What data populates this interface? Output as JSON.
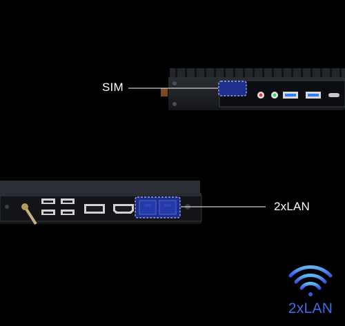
{
  "callouts": {
    "sim_label": "SIM",
    "lan_label": "2xLAN"
  },
  "badge": {
    "text": "2xLAN",
    "icon": "wifi-icon"
  },
  "colors": {
    "background": "#000000",
    "highlight_fill": "#1f2f8f",
    "highlight_border": "#aab8ff",
    "badge_text": "#3a6de6",
    "port_red": "#e23a3a",
    "port_green": "#3ad36a",
    "usb_blue": "#2f7cff"
  }
}
